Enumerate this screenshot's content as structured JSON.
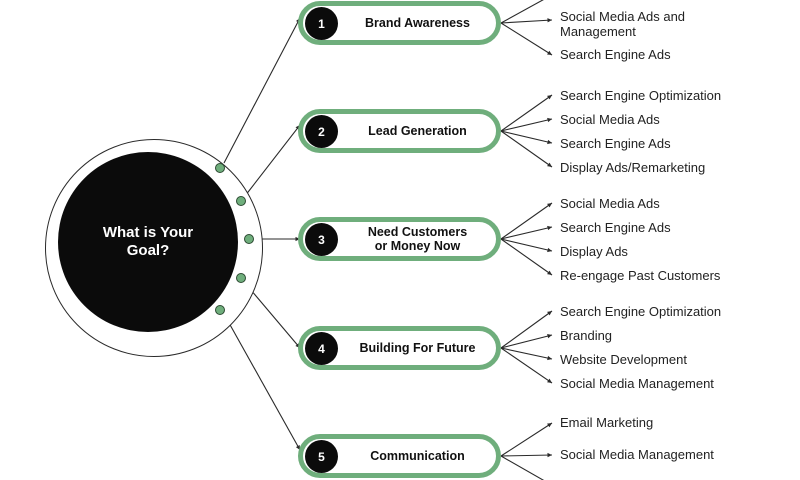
{
  "center": {
    "title": "What is Your\nGoal?"
  },
  "goals": [
    {
      "number": "1",
      "label": "Brand Awareness",
      "items": [
        "Social Media Ads and\nManagement",
        "Search Engine Ads"
      ]
    },
    {
      "number": "2",
      "label": "Lead Generation",
      "items": [
        "Search Engine Optimization",
        "Social Media Ads",
        "Search Engine Ads",
        "Display Ads/Remarketing"
      ]
    },
    {
      "number": "3",
      "label": "Need Customers\nor Money  Now",
      "items": [
        "Social Media Ads",
        "Search Engine Ads",
        "Display Ads",
        "Re-engage Past Customers"
      ]
    },
    {
      "number": "4",
      "label": "Building For Future",
      "items": [
        "Search Engine Optimization",
        "Branding",
        "Website Development",
        "Social Media Management"
      ]
    },
    {
      "number": "5",
      "label": "Communication",
      "items": [
        "Email Marketing",
        "Social Media Management"
      ]
    }
  ],
  "colors": {
    "accent": "#6fae7c",
    "dark": "#0b0b0b",
    "line": "#2a2a2a"
  }
}
